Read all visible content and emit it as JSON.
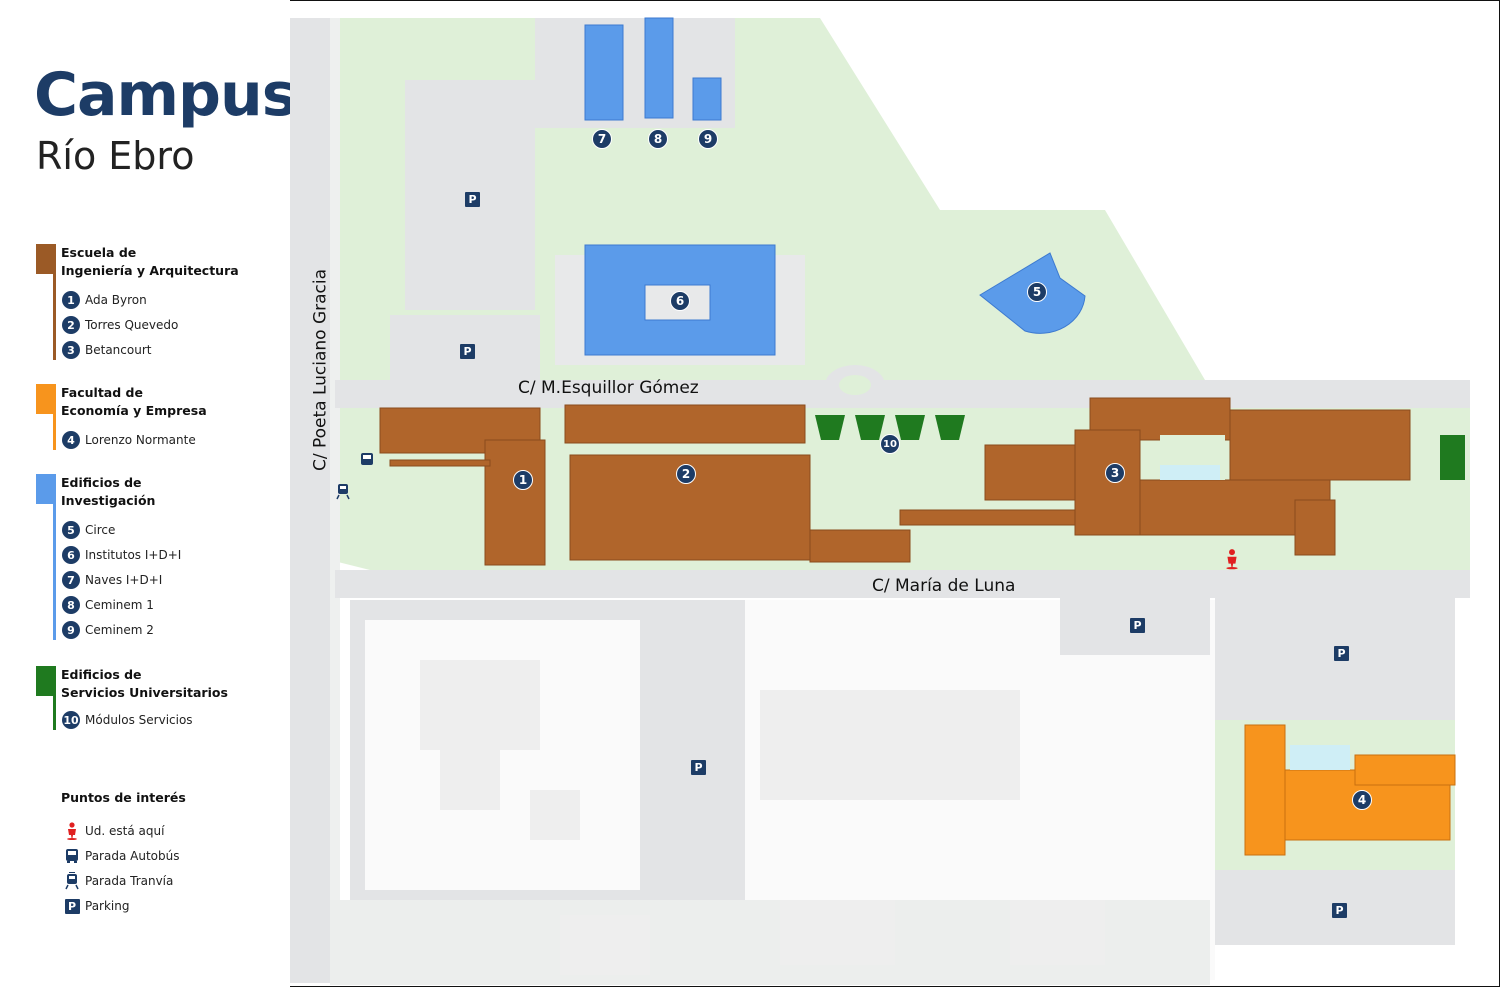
{
  "title": {
    "main": "Campus",
    "sub": "Río Ebro"
  },
  "legend": {
    "groups": [
      {
        "heading_line1": "Escuela de",
        "heading_line2": "Ingeniería y Arquitectura",
        "color": "#9b5a26",
        "items": [
          {
            "num": "1",
            "label": "Ada Byron"
          },
          {
            "num": "2",
            "label": "Torres Quevedo"
          },
          {
            "num": "3",
            "label": "Betancourt"
          }
        ]
      },
      {
        "heading_line1": "Facultad de",
        "heading_line2": "Economía y Empresa",
        "color": "#f7941d",
        "items": [
          {
            "num": "4",
            "label": "Lorenzo Normante"
          }
        ]
      },
      {
        "heading_line1": "Edificios de",
        "heading_line2": "Investigación",
        "color": "#5b9bea",
        "items": [
          {
            "num": "5",
            "label": "Circe"
          },
          {
            "num": "6",
            "label": "Institutos I+D+I"
          },
          {
            "num": "7",
            "label": "Naves I+D+I"
          },
          {
            "num": "8",
            "label": "Ceminem 1"
          },
          {
            "num": "9",
            "label": "Ceminem 2"
          }
        ]
      },
      {
        "heading_line1": "Edificios de",
        "heading_line2": "Servicios Universitarios",
        "color": "#1f7a1f",
        "items": [
          {
            "num": "10",
            "label": "Módulos Servicios"
          }
        ]
      }
    ],
    "poi": {
      "heading": "Puntos de interés",
      "items": [
        {
          "icon": "you-are-here-icon",
          "label": "Ud. está aquí"
        },
        {
          "icon": "bus-icon",
          "label": "Parada Autobús"
        },
        {
          "icon": "tram-icon",
          "label": "Parada Tranvía"
        },
        {
          "icon": "parking-icon",
          "label": "Parking"
        }
      ]
    }
  },
  "map": {
    "streets": {
      "vertical": "C/  Poeta Luciano Gracia",
      "esquillor": "C/  M.Esquillor Gómez",
      "maria": "C/  María de Luna"
    },
    "parking_glyph": "P",
    "markers": [
      "1",
      "2",
      "3",
      "4",
      "5",
      "6",
      "7",
      "8",
      "9",
      "10"
    ]
  },
  "colors": {
    "brown": "#b0652b",
    "orange": "#f7941d",
    "blue": "#5b9bea",
    "green": "#1f7a1f",
    "grass": "#dff0d8",
    "road": "#e3e4e6",
    "navy": "#1d3c66",
    "red": "#e02020"
  }
}
